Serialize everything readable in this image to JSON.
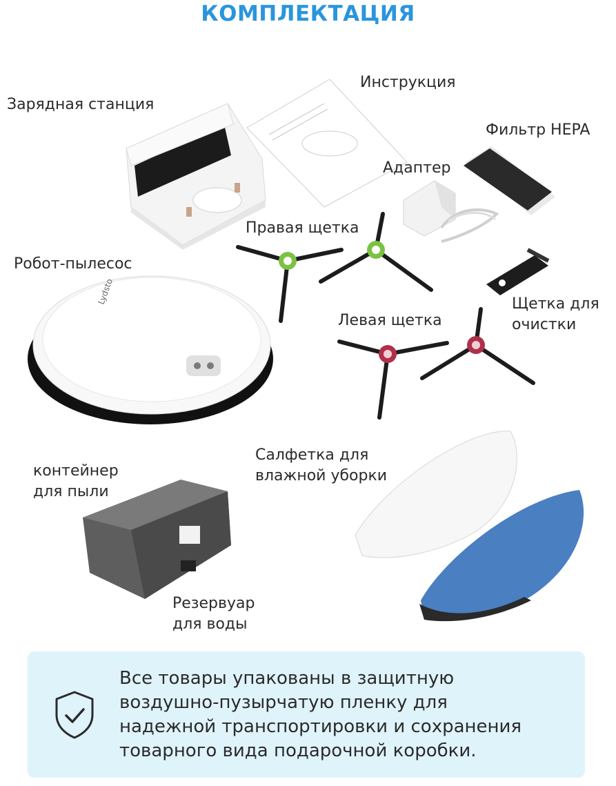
{
  "title": "КОМПЛЕКТАЦИЯ",
  "labels": {
    "charging_station": "Зарядная станция",
    "manual": "Инструкция",
    "hepa_filter": "Фильтр HEPA",
    "adapter": "Адаптер",
    "right_brush": "Правая щетка",
    "robot": "Робот-пылесос",
    "cleaning_brush_line1": "Щетка для",
    "cleaning_brush_line2": "очистки",
    "left_brush": "Левая щетка",
    "mop_line1": "Салфетка для",
    "mop_line2": "влажной уборки",
    "dust_container_line1": "контейнер",
    "dust_container_line2": "для пыли",
    "water_tank_line1": "Резервуар",
    "water_tank_line2": "для воды"
  },
  "note": {
    "icon": "shield-check-icon",
    "line1": "Все товары упакованы в защитную",
    "line2": "воздушно-пузырчатую пленку для",
    "line3": "надежной транспортировки и сохранения",
    "line4": "товарного вида подарочной коробки."
  },
  "brand": "Lydsto",
  "colors": {
    "title": "#2a95dd",
    "note_bg": "#dff3fb",
    "right_brush_hub": "#7bc242",
    "left_brush_hub": "#b0304a",
    "mop_blue": "#4a7fc1"
  }
}
